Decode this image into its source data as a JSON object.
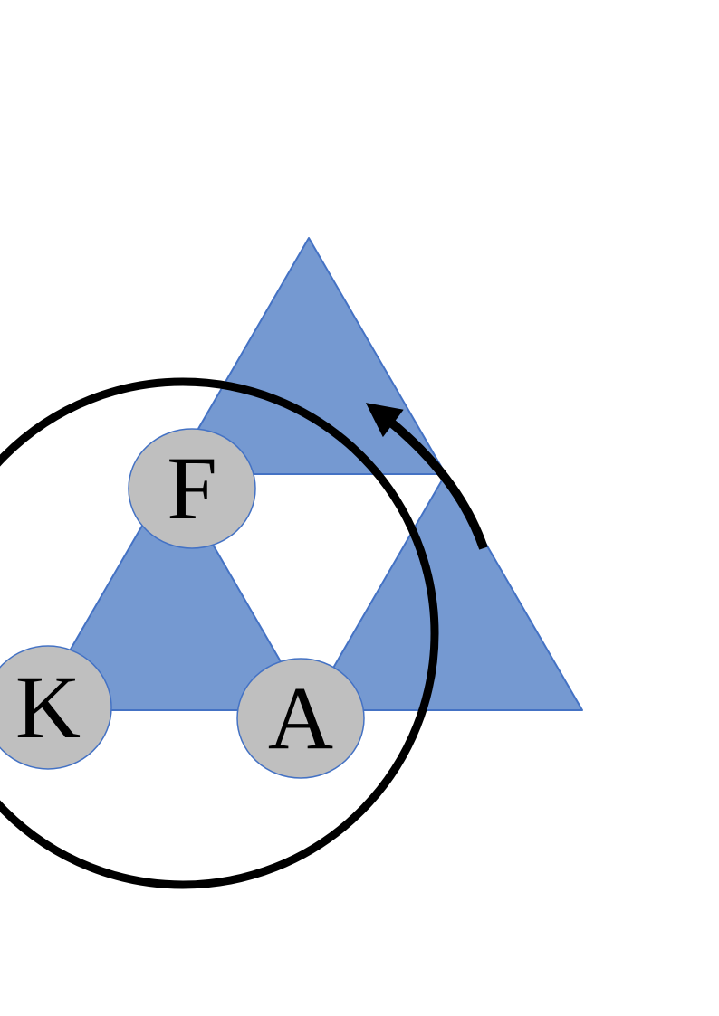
{
  "diagram": {
    "nodes": [
      {
        "id": "F",
        "label": "F"
      },
      {
        "id": "K",
        "label": "K"
      },
      {
        "id": "A",
        "label": "A"
      }
    ],
    "triangles": [
      {
        "id": "top"
      },
      {
        "id": "bottom-left"
      },
      {
        "id": "bottom-right"
      }
    ],
    "colors": {
      "background": "#FFFFFF",
      "triangle_fill": "#7599D1",
      "triangle_stroke": "#4472C4",
      "node_fill": "#BFBFBF",
      "node_stroke": "#4472C4",
      "label_color": "#000000",
      "annotation_color": "#000000"
    }
  }
}
